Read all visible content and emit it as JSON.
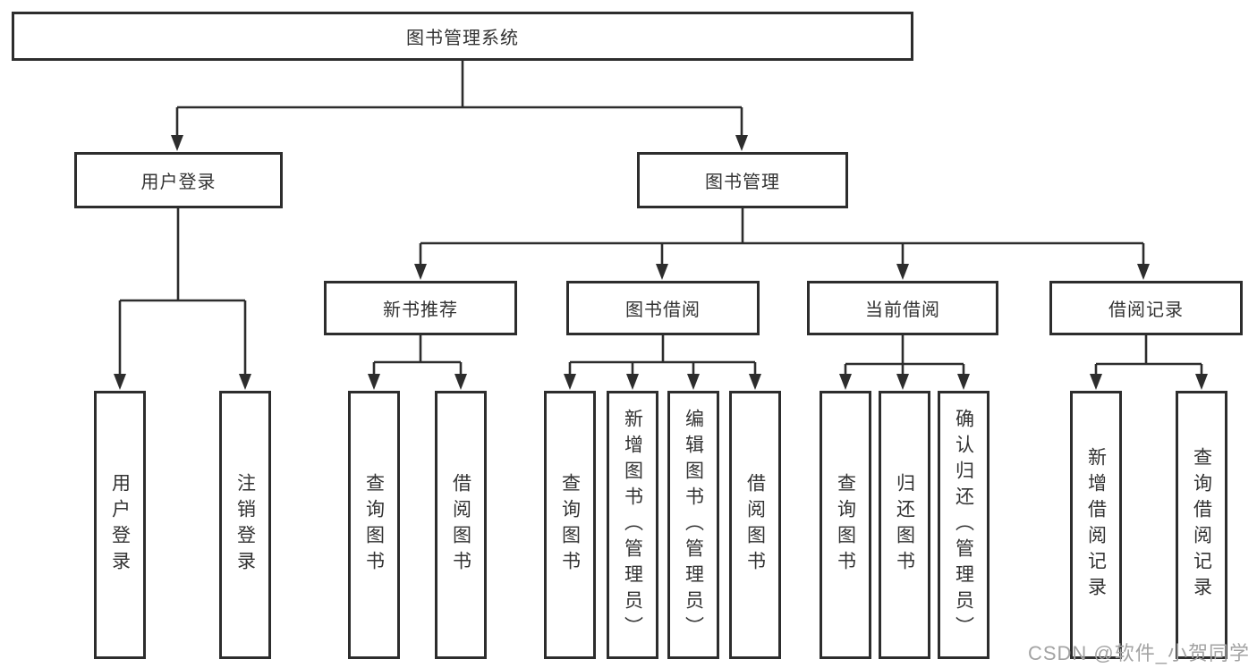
{
  "diagram": {
    "root": "图书管理系统",
    "branches": {
      "user_login_group": "用户登录",
      "book_mgmt_group": "图书管理"
    },
    "modules": {
      "new_book_rec": "新书推荐",
      "book_borrow": "图书借阅",
      "current_borrow": "当前借阅",
      "borrow_records": "借阅记录"
    },
    "leaves": {
      "user_login": "用户登录",
      "logout": "注销登录",
      "rec_query_books": "查询图书",
      "rec_borrow_books": "借阅图书",
      "bb_query_books": "查询图书",
      "bb_add_books_admin": "新增图书（管理员）",
      "bb_edit_books_admin": "编辑图书（管理员）",
      "bb_borrow_books": "借阅图书",
      "cb_query_books": "查询图书",
      "cb_return_books": "归还图书",
      "cb_confirm_return_admin": "确认归还（管理员）",
      "br_add_record": "新增借阅记录",
      "br_query_record": "查询借阅记录"
    }
  },
  "watermark": "CSDN @软件_小贺同学",
  "colors": {
    "line": "#2d2d2d",
    "text": "#333333",
    "watermark": "#a3a3a3"
  }
}
